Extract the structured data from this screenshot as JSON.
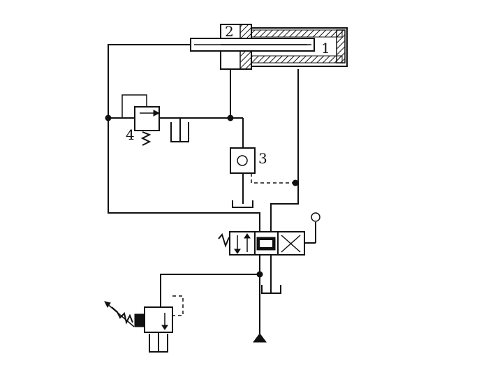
{
  "labels": {
    "cylinder": "1",
    "chamber": "2",
    "check_valve": "3",
    "relief_valve": "4"
  },
  "colors": {
    "line": "#111111",
    "background": "#ffffff"
  }
}
